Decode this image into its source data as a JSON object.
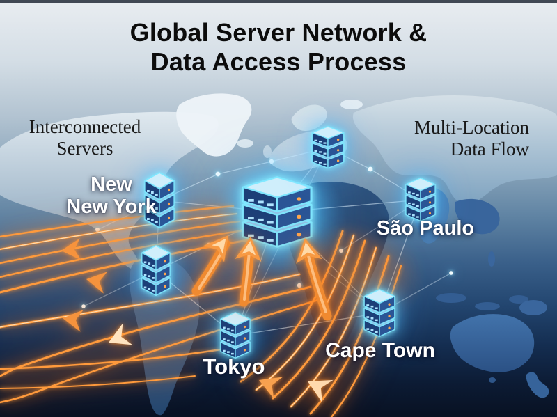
{
  "title": {
    "text": "Global Server Network &\nData Access Process"
  },
  "captions": {
    "interconnected_servers": "Interconnected\nServers",
    "multi_location_data_flow": "Multi-Location\nData Flow"
  },
  "server_labels": {
    "new_york": "New\nNew York",
    "sao_paulo": "São Paulo",
    "tokyo": "Tokyo",
    "cape_town": "Cape Town"
  },
  "servers": [
    {
      "id": "central",
      "icon": "server-stack-icon",
      "label": null
    },
    {
      "id": "new-york",
      "icon": "server-stack-icon",
      "label": "New\nNew York"
    },
    {
      "id": "europe",
      "icon": "server-stack-icon",
      "label": null
    },
    {
      "id": "sao-paulo",
      "icon": "server-stack-icon",
      "label": "São Paulo"
    },
    {
      "id": "south-america",
      "icon": "server-stack-icon",
      "label": null
    },
    {
      "id": "tokyo",
      "icon": "server-stack-icon",
      "label": "Tokyo"
    },
    {
      "id": "cape-town",
      "icon": "server-stack-icon",
      "label": "Cape Town"
    }
  ],
  "colors": {
    "accent_glow_cyan": "#7fe8ff",
    "flow_orange": "#ff9a3c",
    "ocean_deep": "#081122",
    "sky_top": "#e9edf1",
    "server_face_blue": "#1c3f78",
    "title_text": "#0c0c0c",
    "city_label_text": "#ffffff",
    "caption_text": "#191919"
  }
}
